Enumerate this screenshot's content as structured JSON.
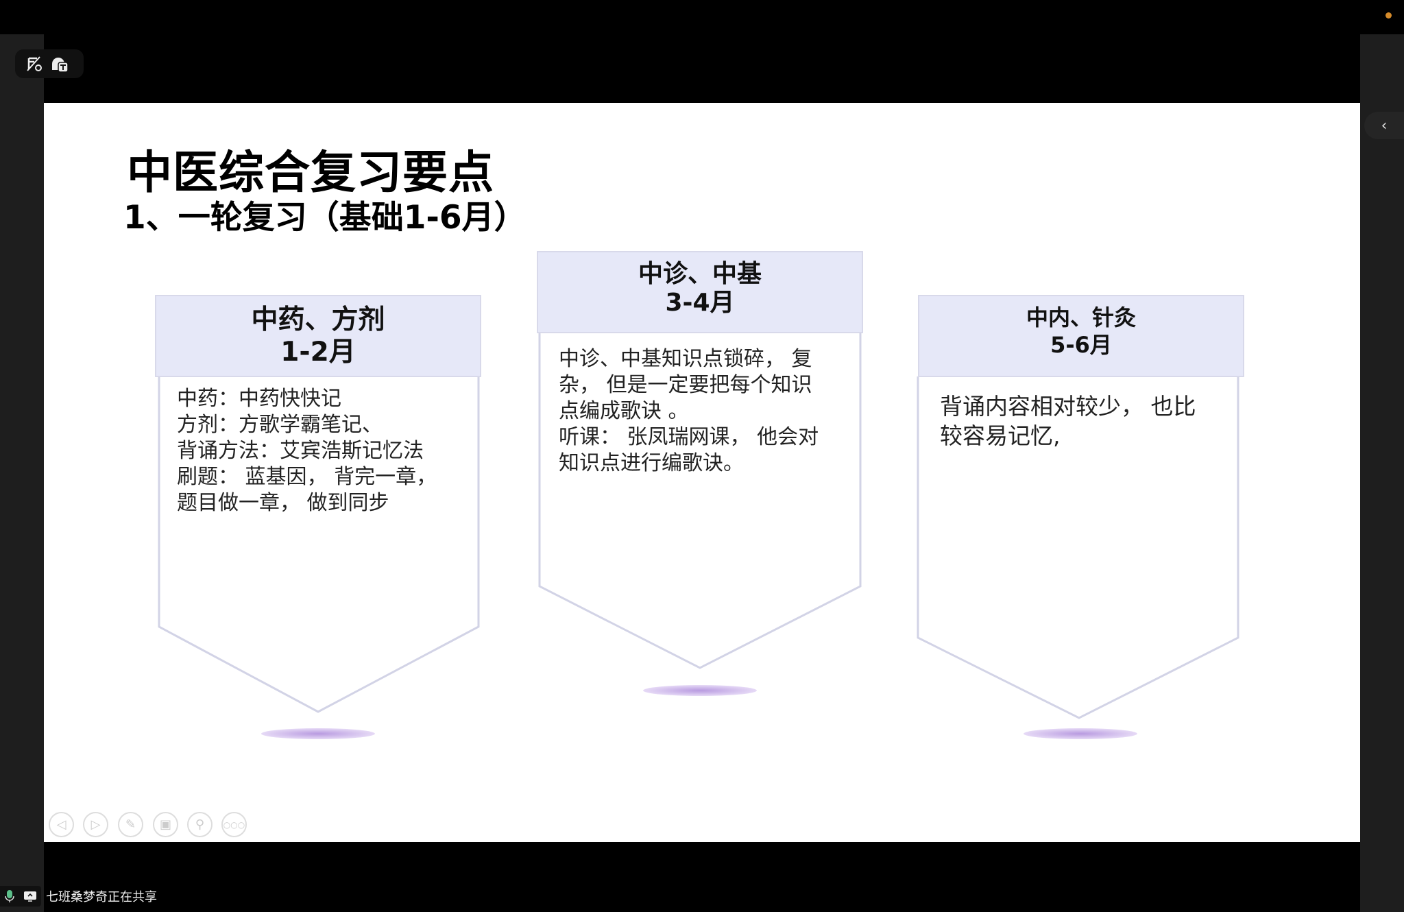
{
  "slide": {
    "title": "中医综合复习要点",
    "subtitle": "1、一轮复习（基础1-6月）",
    "cards": [
      {
        "heading": "中药、方剂",
        "period": "1-2月",
        "lines": [
          "中药：中药快快记",
          "方剂：方歌学霸笔记、",
          "背诵方法：艾宾浩斯记忆法",
          "刷题： 蓝基因， 背完一章，",
          "题目做一章， 做到同步"
        ]
      },
      {
        "heading": "中诊、中基",
        "period": "3-4月",
        "lines": [
          "中诊、中基知识点锁碎， 复",
          "杂， 但是一定要把每个知识",
          "点编成歌诀 。",
          "听课： 张凤瑞网课， 他会对",
          "知识点进行编歌诀。"
        ]
      },
      {
        "heading": "中内、针灸",
        "period": "5-6月",
        "lines": [
          "背诵内容相对较少， 也比",
          "较容易记忆,"
        ]
      }
    ]
  },
  "colors": {
    "header_fill": "#e6e8f8",
    "outline": "#cfd0e6",
    "ellipse": "#cdb6ea",
    "record_dot": "#d48a2a"
  },
  "status_bar": {
    "sharing_text": "七班桑梦奇正在共享"
  }
}
